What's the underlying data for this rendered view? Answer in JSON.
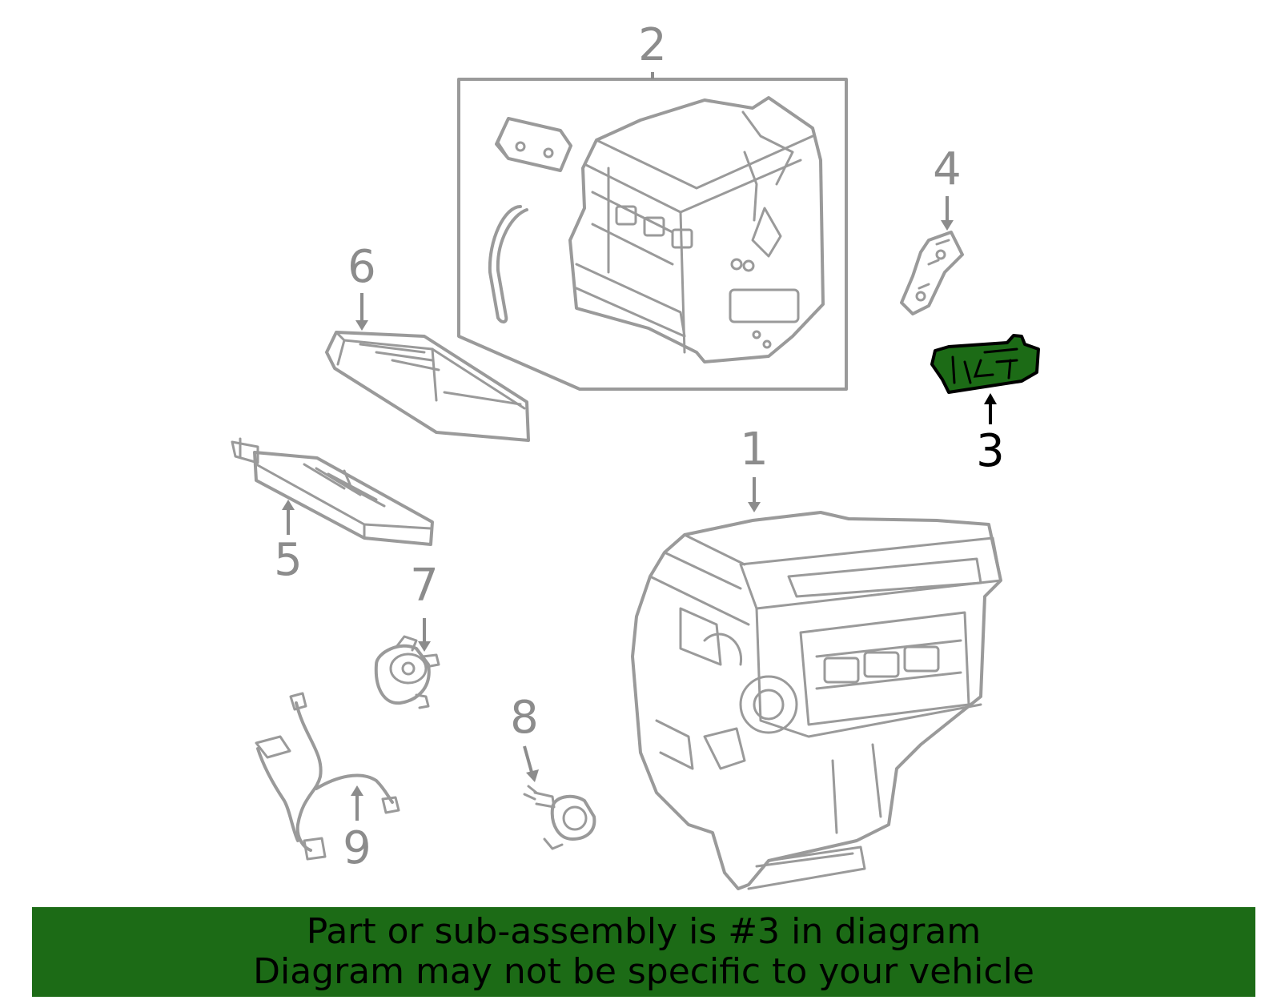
{
  "callouts": {
    "c1": "1",
    "c2": "2",
    "c3": "3",
    "c4": "4",
    "c5": "5",
    "c6": "6",
    "c7": "7",
    "c8": "8",
    "c9": "9"
  },
  "highlighted_part": "3",
  "colors": {
    "highlight_fill": "#1c6b16",
    "banner_background": "#1c6b16",
    "line_art": "#9a9a9a",
    "callout_gray": "#8c8c8c",
    "callout_highlight": "#000000"
  },
  "banner": {
    "line1": "Part or sub-assembly is #3 in diagram",
    "line2": "Diagram may not be specific to your vehicle"
  }
}
